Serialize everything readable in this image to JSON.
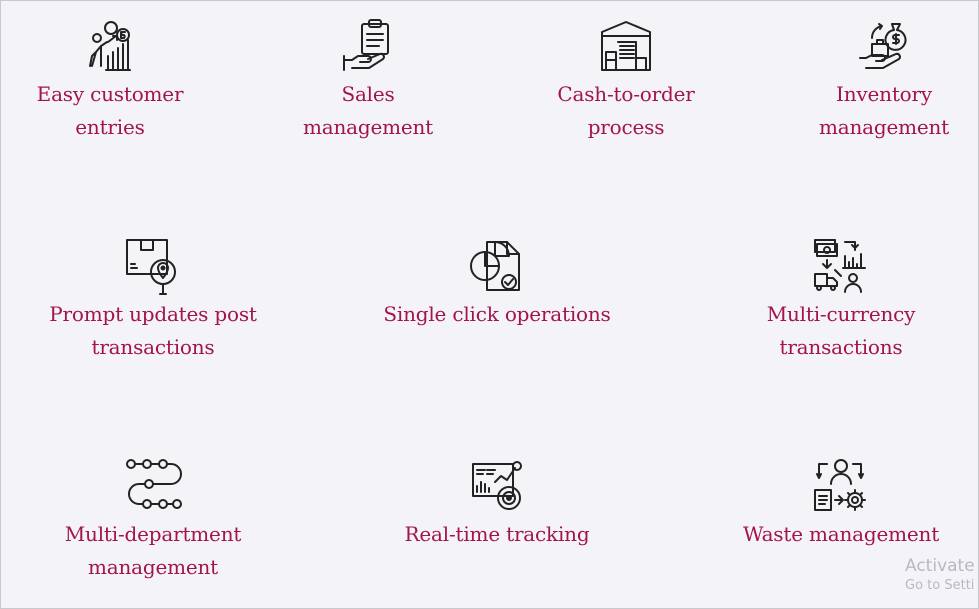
{
  "features": [
    {
      "label_lines": [
        "Easy customer",
        "entries"
      ],
      "icon": "customer-growth-icon"
    },
    {
      "label_lines": [
        "Sales",
        "management"
      ],
      "icon": "clipboard-hand-icon"
    },
    {
      "label_lines": [
        "Cash-to-order",
        "process"
      ],
      "icon": "warehouse-icon"
    },
    {
      "label_lines": [
        "Inventory",
        "management"
      ],
      "icon": "money-bag-hand-icon"
    },
    {
      "label_lines": [
        "Prompt updates post",
        "transactions"
      ],
      "icon": "package-search-icon"
    },
    {
      "label_lines": [
        "Single click operations"
      ],
      "icon": "document-pie-chart-icon"
    },
    {
      "label_lines": [
        "Multi-currency",
        "transactions"
      ],
      "icon": "currency-exchange-icon"
    },
    {
      "label_lines": [
        "Multi-department",
        "management"
      ],
      "icon": "workflow-icon"
    },
    {
      "label_lines": [
        "Real-time tracking"
      ],
      "icon": "dashboard-tracking-icon"
    },
    {
      "label_lines": [
        "Waste management"
      ],
      "icon": "process-management-icon"
    }
  ],
  "watermark": {
    "line1": "Activate",
    "line2": "Go to Setti"
  }
}
